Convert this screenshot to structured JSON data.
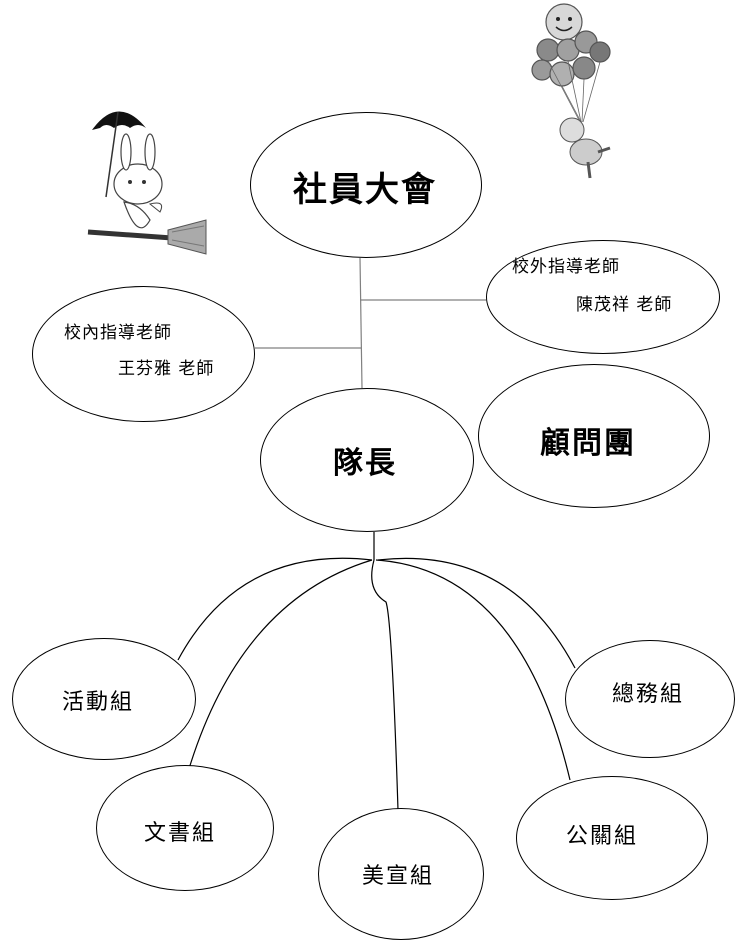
{
  "nodes": {
    "assembly": "社員大會",
    "external_title": "校外指導老師",
    "external_name": "陳茂祥  老師",
    "internal_title": "校內指導老師",
    "internal_name": "王芬雅  老師",
    "captain": "隊長",
    "advisors": "顧問團"
  },
  "groups": {
    "activity": "活動組",
    "documents": "文書組",
    "art": "美宣組",
    "pr": "公關組",
    "general": "總務組"
  },
  "colors": {
    "stroke": "#000000",
    "connector": "#808080",
    "background": "#ffffff"
  },
  "icons": {
    "top_left": "rabbit-witch-umbrella-icon",
    "top_right": "balloon-bear-icon"
  }
}
